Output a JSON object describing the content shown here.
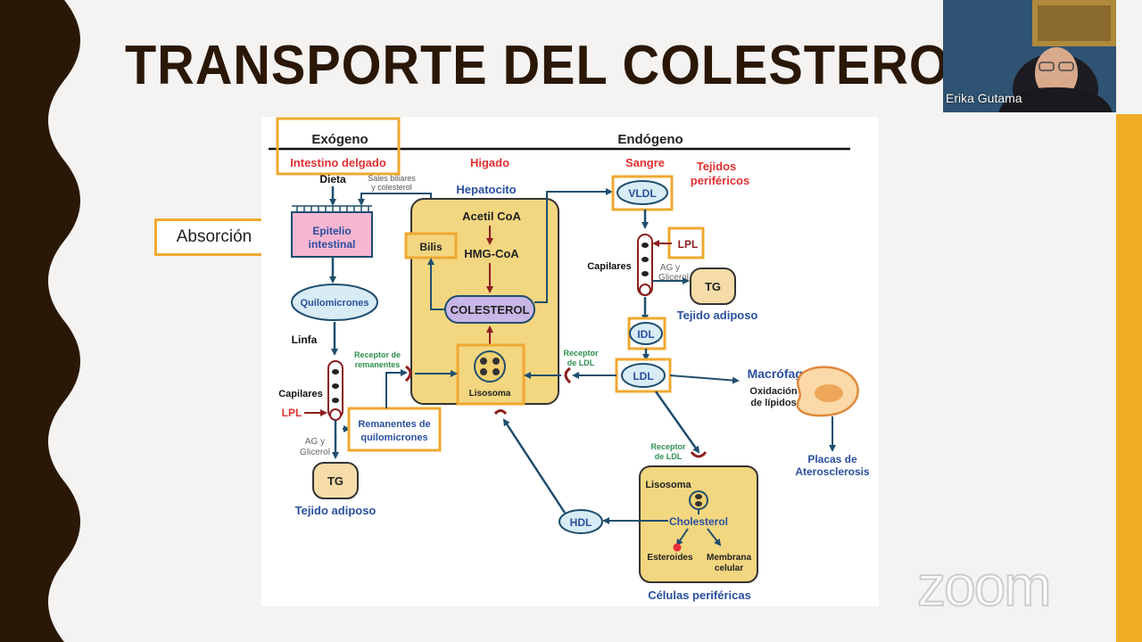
{
  "slide": {
    "title": "TRANSPORTE DEL COLESTEROL",
    "callout": "Absorción"
  },
  "video": {
    "participant_name": "Erika Gutama",
    "watermark": "zoom"
  },
  "diagram": {
    "sections": {
      "exogenous": "Exógeno",
      "endogenous": "Endógeno"
    },
    "organs": {
      "intestine": "Intestino delgado",
      "liver": "Higado",
      "blood": "Sangre",
      "peripheral_tissues_1": "Tejidos",
      "peripheral_tissues_2": "periféricos"
    },
    "labels": {
      "diet": "Dieta",
      "bile_salts_1": "Sales biliares",
      "bile_salts_2": "y colesterol",
      "epithelium_1": "Epitelio",
      "epithelium_2": "intestinal",
      "chylomicrons": "Quilomicrones",
      "lymph": "Linfa",
      "remnant_receptor_1": "Receptor de",
      "remnant_receptor_2": "remanentes",
      "capillaries_left": "Capilares",
      "lpl_left": "LPL",
      "ag_glycerol_left_1": "AG y",
      "ag_glycerol_left_2": "Glicerol",
      "remnants_1": "Remanentes de",
      "remnants_2": "quilomicrones",
      "tg_left": "TG",
      "adipose_left": "Tejido adiposo",
      "hepatocyte": "Hepatocito",
      "acetyl_coa": "Acetil CoA",
      "hmg_coa": "HMG-CoA",
      "bile": "Bilis",
      "cholesterol": "COLESTEROL",
      "lysosome": "Lisosoma",
      "ldl_receptor_1_a": "Receptor",
      "ldl_receptor_1_b": "de LDL",
      "vldl": "VLDL",
      "lpl_right": "LPL",
      "capillaries_right": "Capilares",
      "ag_glycerol_right_1": "AG y",
      "ag_glycerol_right_2": "Glicerol",
      "tg_right": "TG",
      "adipose_right": "Tejido adiposo",
      "idl": "IDL",
      "ldl": "LDL",
      "macrophage": "Macrófago",
      "lipid_oxidation_1": "Oxidación",
      "lipid_oxidation_2": "de lípidos",
      "plaques_1": "Placas de",
      "plaques_2": "Aterosclerosis",
      "ldl_receptor_2_a": "Receptor",
      "ldl_receptor_2_b": "de LDL",
      "lysosome_cell": "Lisosoma",
      "cholesterol_cell": "Cholesterol",
      "hdl": "HDL",
      "steroids": "Esteroides",
      "membrane_1": "Membrana",
      "membrane_2": "celular",
      "peripheral_cells": "Células periféricas"
    }
  },
  "colors": {
    "title": "#2a1706",
    "highlight_box": "#f0a830",
    "liver_fill": "#f2d680",
    "red_label": "#e03030",
    "blue_label": "#2a4f9e",
    "green_label": "#2f8f4f",
    "arrow": "#1f4e6e",
    "accent_bar": "#f0ad26"
  }
}
